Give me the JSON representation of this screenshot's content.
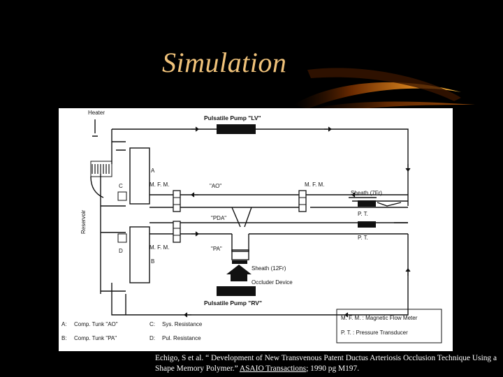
{
  "slide": {
    "title": "Simulation",
    "citation": {
      "text_before": "Echigo, S et al. “ Development of New Transvenous Patent Ductus Arteriosis Occlusion Technique Using a Shape Memory Polymer.” ",
      "journal": "ASAIO Transactions",
      "text_after": "; 1990 pg M197."
    }
  },
  "diagram": {
    "labels": {
      "heater": "Heater",
      "reservoir": "Reservoir",
      "pump_lv": "Pulsatile Pump \"LV\"",
      "pump_rv": "Pulsatile Pump \"RV\"",
      "a": "A",
      "b": "B",
      "c": "C",
      "d": "D",
      "mfm_c": "M. F. M.",
      "mfm_right": "M. F. M.",
      "mfm_d": "M. F. M.",
      "ao": "\"AO\"",
      "pda": "\"PDA\"",
      "pa": "\"PA\"",
      "sheath_7": "Sheath (7Fr)",
      "pt_top": "P. T.",
      "pt_bottom": "P. T.",
      "sheath_12": "Sheath (12Fr)",
      "occluder": "Occluder Device"
    },
    "legend_left": [
      {
        "key": "A:",
        "text": "Comp. Tunk \"AO\""
      },
      {
        "key": "B:",
        "text": "Comp. Tunk \"PA\""
      }
    ],
    "legend_mid": [
      {
        "key": "C:",
        "text": "Sys. Resistance"
      },
      {
        "key": "D:",
        "text": "Pul. Resistance"
      }
    ],
    "legend_box": [
      "M. F. M. : Magnetic Flow Meter",
      "P. T. : Pressure Transducer"
    ]
  }
}
